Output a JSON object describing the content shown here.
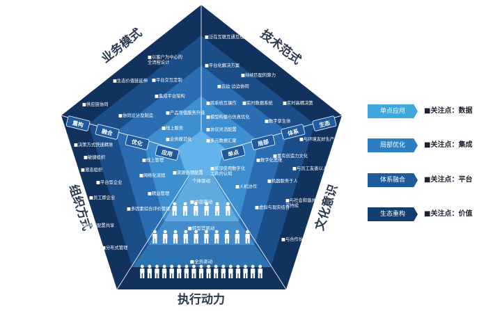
{
  "colors": {
    "ring1": "#12325e",
    "ring2": "#1b4e89",
    "ring3": "#2a6db2",
    "ring4": "#3d8fd0",
    "core": "#64b3ea",
    "band_light": "#7fc2ee",
    "legend": [
      "#3fa6de",
      "#2d7fc4",
      "#1d5b9a",
      "#123f70"
    ]
  },
  "sides": {
    "top_left": "业务模式",
    "top_right": "技术范式",
    "left": "组织方式",
    "right": "文化意识",
    "bottom": "执行动力"
  },
  "dimension_labels": {
    "left": [
      "重构",
      "融合",
      "优化",
      "应用"
    ],
    "right": [
      "生态",
      "体系",
      "局部",
      "单点"
    ]
  },
  "center_label": "个体驱动",
  "level_labels": [
    "中层驱动",
    "转型官驱动",
    "全员驱动"
  ],
  "level_people": [
    6,
    10,
    17
  ],
  "tags": {
    "business": [
      "以客户为中心的全流程设计",
      "生态价值链延伸",
      "平台交互定制",
      "集成平台架构",
      "供应链协同",
      "协同设计及制造",
      "产品增值服务升级",
      "线上服务",
      "业务模范化"
    ],
    "technology": [
      "泛在互联互通互理解",
      "平台化解决方案",
      "持续匹配的算力",
      "云边·边边协同",
      "跨系统互操作",
      "实时数据系统",
      "实时高精决策",
      "模型构建与仿真优化",
      "协议灵活配置",
      "数字孪生体",
      "多元数据汇聚"
    ],
    "organization": [
      "决策方式快速精准",
      "敏捷组织",
      "液态组织",
      "线上管理",
      "平台型企业",
      "网络化流程",
      "员工即企业",
      "资源统筹配置共享",
      "多因素综合评价管理",
      "精益管理",
      "分布式管理",
      "资源合理配置"
    ],
    "culture": [
      "与环境友好生产",
      "富有创造力文化",
      "数字化思维",
      "与员工友善以人为本",
      "局部使用数字化工具的认知",
      "机器服务于人",
      "人机协作",
      "与社会和谐共生可持续",
      "虚拟与现实结合",
      "与合作伙伴共赢"
    ]
  },
  "legend": [
    {
      "badge": "单点应用",
      "text": "■关注点：数据"
    },
    {
      "badge": "局部优化",
      "text": "■关注点：集成"
    },
    {
      "badge": "体系融合",
      "text": "■关注点：平台"
    },
    {
      "badge": "生态重构",
      "text": "■关注点：价值"
    }
  ]
}
